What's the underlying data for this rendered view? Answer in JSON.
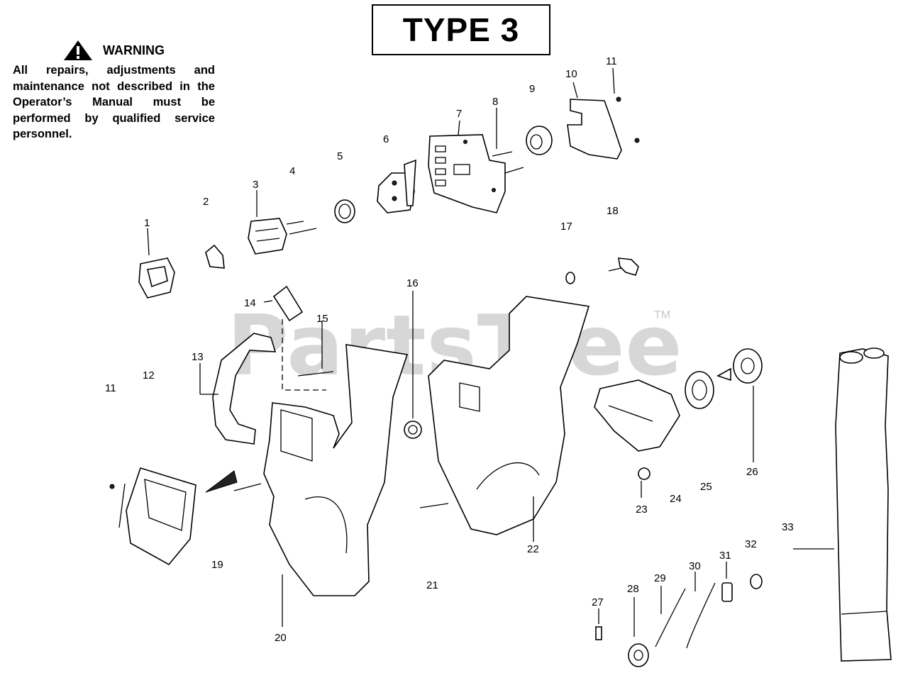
{
  "title": "TYPE 3",
  "warning": {
    "heading": "WARNING",
    "text": "All repairs, adjustments and maintenance not described in the Operator’s Manual must be performed by qualified service personnel."
  },
  "watermark": {
    "text": "PartsTree",
    "tm": "TM"
  },
  "callouts": [
    "1",
    "2",
    "3",
    "4",
    "5",
    "6",
    "7",
    "8",
    "9",
    "10",
    "11",
    "12",
    "13",
    "14",
    "15",
    "16",
    "17",
    "18",
    "19",
    "20",
    "21",
    "22",
    "23",
    "24",
    "25",
    "26",
    "27",
    "28",
    "29",
    "30",
    "31",
    "32",
    "33",
    "11"
  ]
}
